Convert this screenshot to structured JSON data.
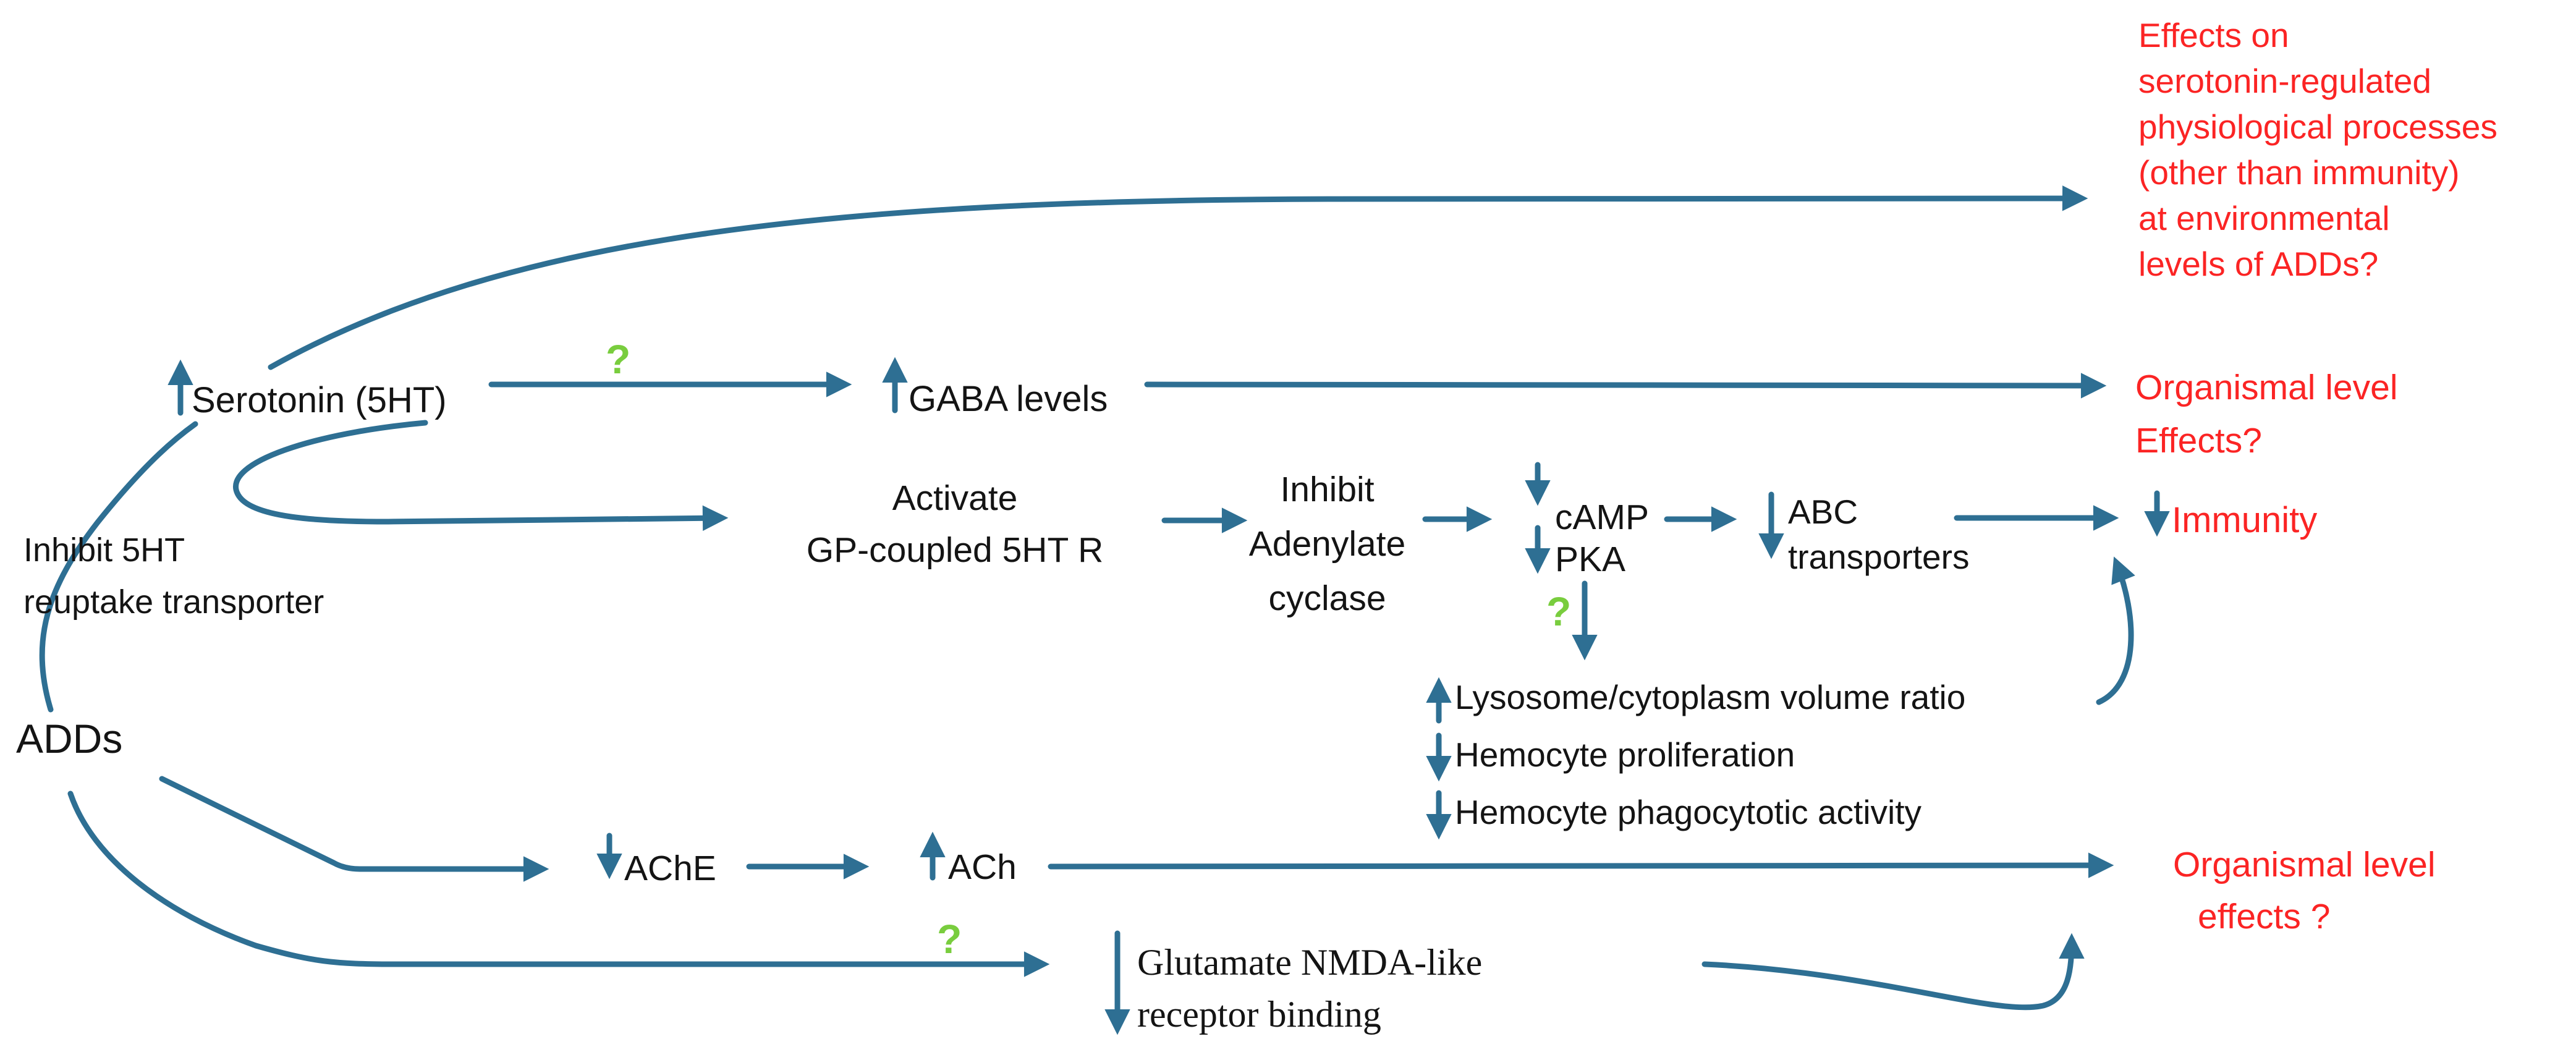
{
  "title": "Pathway diagram: effects of antidepressant drugs (ADDs) on serotonin signalling and immunity",
  "colors": {
    "arrow_blue": "#2e6f93",
    "text_black": "#141414",
    "highlight_red": "#fb2424",
    "question_green": "#79cd3e"
  },
  "nodes": {
    "adds": "ADDs",
    "inhibit_reuptake": "Inhibit 5HT\nreuptake transporter",
    "serotonin": "Serotonin (5HT)",
    "gaba": "GABA levels",
    "activate_receptor": "Activate\nGP-coupled 5HT R",
    "inhibit_adenylate": "Inhibit\nAdenylate\ncyclase",
    "camp": "cAMP",
    "pka": "PKA",
    "abc_transporters": "ABC\ntransporters",
    "immunity": "Immunity",
    "lysosome_ratio": "Lysosome/cytoplasm volume ratio",
    "hemocyte_proliferation": "Hemocyte proliferation",
    "hemocyte_phagocytotic": "Hemocyte phagocytotic activity",
    "ache": "AChE",
    "ach": "ACh",
    "glutamate_line1": "Glutamate NMDA-like",
    "glutamate_line2": "receptor binding",
    "effects_top": "Effects on\nserotonin-regulated\nphysiological processes\n(other than immunity)\nat environmental\nlevels of ADDs?",
    "organismal_effects_1": "Organismal level\nEffects?",
    "organismal_effects_2_line1": "Organismal level",
    "organismal_effects_2_line2": "effects ?",
    "question_mark": "?"
  }
}
